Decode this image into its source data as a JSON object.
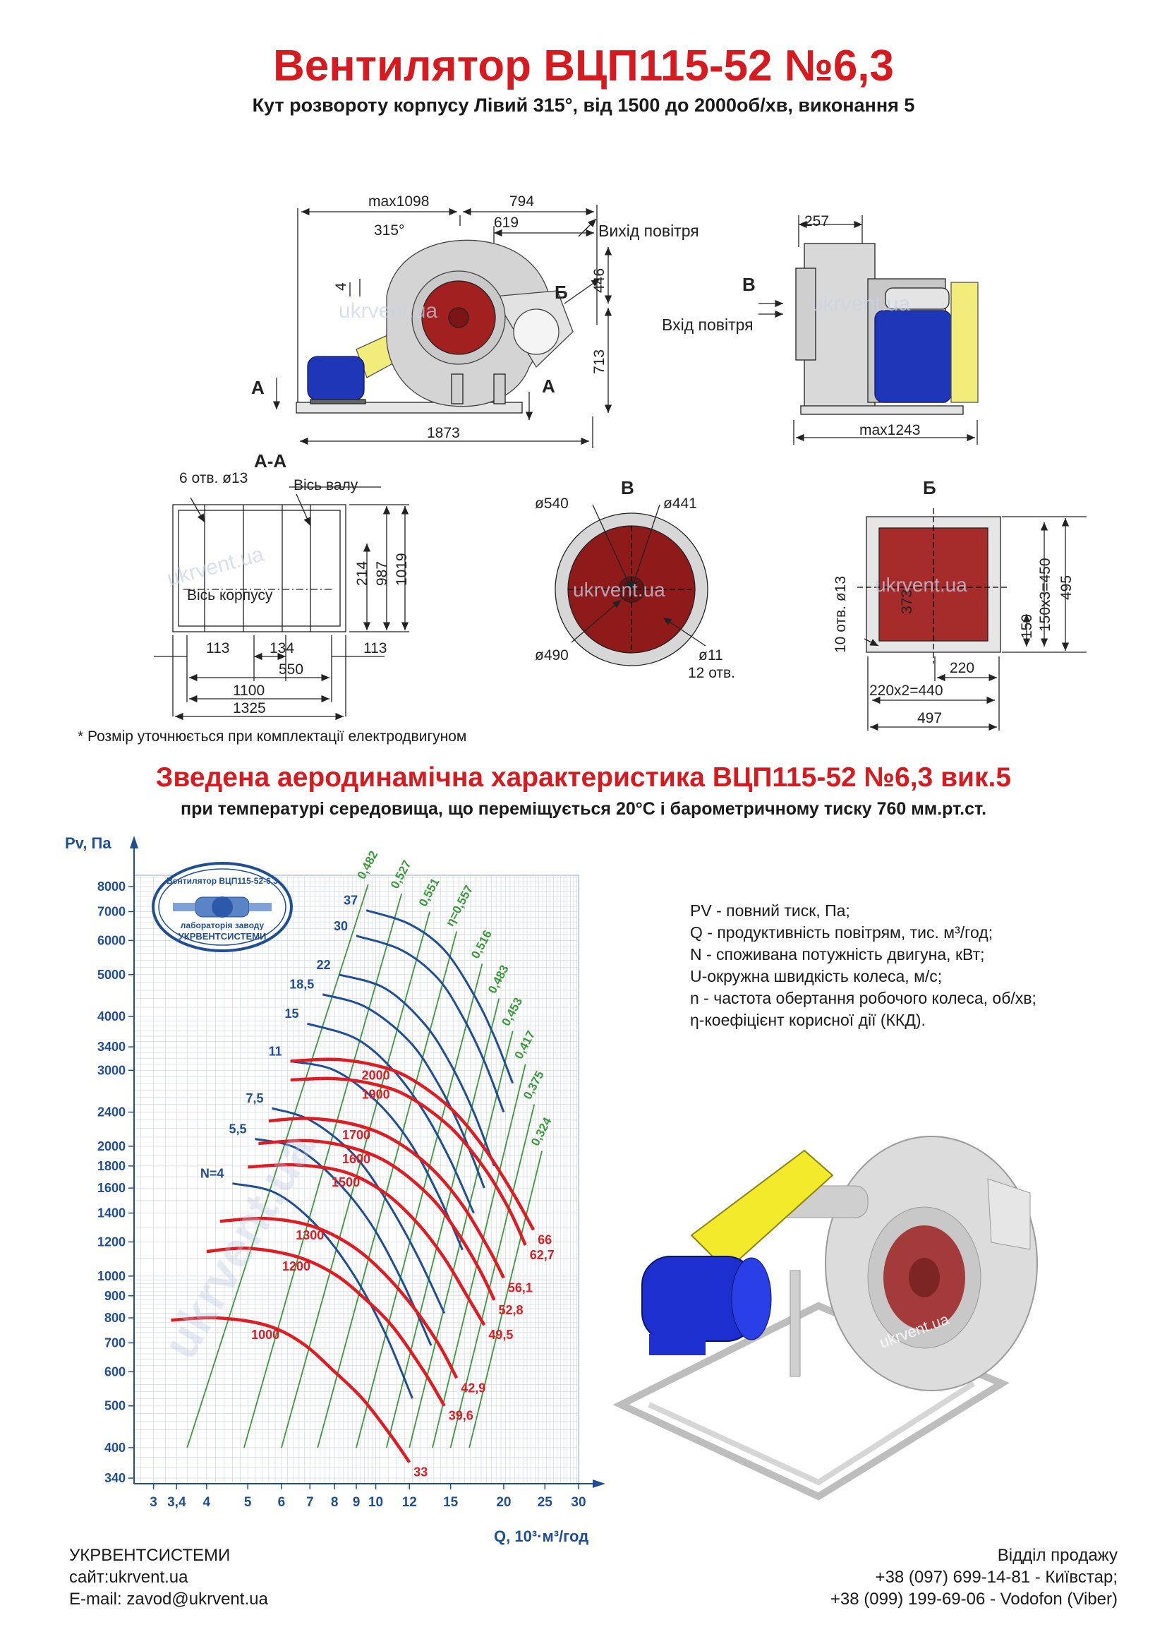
{
  "header": {
    "title": "Вентилятор  ВЦП115-52 №6,3",
    "subtitle": "Кут розвороту корпусу Лівий 315°, від 1500 до 2000об/хв, виконання 5"
  },
  "drawing": {
    "front": {
      "dim_top_left": "max1098",
      "dim_top_right": "794",
      "dim_619": "619",
      "angle": "315°",
      "outlet_label": "Вихід повітря",
      "dim_4": "4",
      "dim_446": "446",
      "dim_713": "713",
      "section_b": "Б",
      "section_a_left": "А",
      "section_a_right": "А",
      "dim_1873": "1873",
      "watermark": "ukrvent.ua"
    },
    "side": {
      "dim_257": "257",
      "view_v": "В",
      "inlet_label": "Вхід повітря",
      "dim_max1243": "max1243",
      "watermark": "ukrvent.ua"
    },
    "base": {
      "title": "А-А",
      "holes": "6 отв. ø13",
      "shaft_axis": "Вісь валу",
      "body_axis": "Вісь корпусу",
      "dim_214": "214",
      "dim_987": "987",
      "dim_1019": "1019",
      "dim_113a": "113",
      "dim_134": "134",
      "dim_113b": "113",
      "dim_550": "550",
      "dim_1100": "1100",
      "dim_1325": "1325",
      "watermark": "ukrvent.ua"
    },
    "inlet_flange": {
      "title": "В",
      "d540": "ø540",
      "d441": "ø441",
      "d490": "ø490",
      "d11": "ø11",
      "holes": "12 отв.",
      "watermark": "ukrvent.ua"
    },
    "outlet_flange": {
      "title": "Б",
      "holes": "10 отв. ø13",
      "dim_373": "373",
      "dim_150x3": "150х3=450",
      "dim_495": "495",
      "dim_150": "150",
      "dim_220": "220",
      "dim_220x2": "220х2=440",
      "dim_497": "497",
      "watermark": "ukrvent.ua"
    },
    "motor_note": "* Розмір уточнюється при комплектації електродвигуном"
  },
  "section": {
    "title": "Зведена аеродинамічна характеристика ВЦП115-52 №6,3 вик.5",
    "subtitle": "при температурі середовища, що переміщується 20°С і барометричному тиску 760 мм.рт.ст."
  },
  "stamp": {
    "top_text": "Вентилятор ВЦП115-52-6,3",
    "bottom_text": "лабораторія заводу",
    "brand": "УКРВЕНТСИСТЕМИ"
  },
  "legend": [
    "PV - повний тиск, Па;",
    "Q - продуктивність повітрям, тис. м³/год;",
    "N - споживана потужність двигуна, кВт;",
    "U-окружна швидкість колеса, м/с;",
    "n - частота обертання робочого колеса, об/хв;",
    "η-коефіцієнт корисної дії (ККД)."
  ],
  "render": {
    "watermark": "ukrvent.ua"
  },
  "chart_data": {
    "type": "line",
    "x_scale": "log",
    "y_scale": "log",
    "xlabel": "Q, 10³·м³/год",
    "ylabel": "Pv, Па",
    "xlim": [
      2.7,
      30
    ],
    "ylim": [
      330,
      8500
    ],
    "x_ticks": [
      3,
      3.4,
      4,
      5,
      6,
      7,
      8,
      9,
      10,
      12,
      15,
      20,
      25,
      30
    ],
    "x_tick_labels": [
      "3",
      "3,4",
      "4",
      "5",
      "6",
      "7",
      "8",
      "9",
      "10",
      "12",
      "15",
      "20",
      "25",
      "30"
    ],
    "y_ticks": [
      340,
      400,
      500,
      600,
      700,
      800,
      900,
      1000,
      1200,
      1400,
      1600,
      1800,
      2000,
      2400,
      3000,
      3400,
      4000,
      5000,
      6000,
      7000,
      8000
    ],
    "grid": true,
    "colors": {
      "rpm": "#e01b22",
      "power": "#1f4e96",
      "efficiency": "#3a9a3a",
      "axis": "#1f4e96",
      "labels": "#1f4e96"
    },
    "rpm_curves": [
      {
        "n": "2000",
        "u": "66",
        "points": [
          [
            6.3,
            3150
          ],
          [
            8,
            3180
          ],
          [
            10,
            3080
          ],
          [
            12,
            2880
          ],
          [
            15,
            2450
          ],
          [
            18,
            1980
          ],
          [
            21,
            1560
          ],
          [
            23.5,
            1280
          ]
        ]
      },
      {
        "n": "1900",
        "u": "62,7",
        "points": [
          [
            6.3,
            2850
          ],
          [
            8,
            2870
          ],
          [
            10,
            2780
          ],
          [
            12,
            2600
          ],
          [
            15,
            2210
          ],
          [
            18,
            1780
          ],
          [
            20.5,
            1440
          ],
          [
            22.5,
            1180
          ]
        ]
      },
      {
        "n": "1700",
        "u": "56,1",
        "points": [
          [
            5.6,
            2290
          ],
          [
            7,
            2320
          ],
          [
            9,
            2240
          ],
          [
            11,
            2070
          ],
          [
            13.5,
            1780
          ],
          [
            16,
            1460
          ],
          [
            18.5,
            1150
          ],
          [
            20,
            990
          ]
        ]
      },
      {
        "n": "1600",
        "u": "52,8",
        "points": [
          [
            5.3,
            2030
          ],
          [
            7,
            2060
          ],
          [
            9,
            1970
          ],
          [
            11,
            1800
          ],
          [
            13.5,
            1520
          ],
          [
            15.5,
            1270
          ],
          [
            17.5,
            1040
          ],
          [
            19,
            880
          ]
        ]
      },
      {
        "n": "1500",
        "u": "49,5",
        "points": [
          [
            5,
            1790
          ],
          [
            6.5,
            1810
          ],
          [
            8.5,
            1740
          ],
          [
            10.5,
            1560
          ],
          [
            12.5,
            1330
          ],
          [
            14.5,
            1100
          ],
          [
            16.5,
            890
          ],
          [
            18,
            770
          ]
        ]
      },
      {
        "n": "1300",
        "u": "42,9",
        "points": [
          [
            4.3,
            1340
          ],
          [
            5.5,
            1360
          ],
          [
            7,
            1310
          ],
          [
            8.5,
            1200
          ],
          [
            10,
            1060
          ],
          [
            12,
            870
          ],
          [
            14,
            700
          ],
          [
            15.5,
            580
          ]
        ]
      },
      {
        "n": "1200",
        "u": "39,6",
        "points": [
          [
            4,
            1140
          ],
          [
            5,
            1160
          ],
          [
            6.5,
            1110
          ],
          [
            8,
            1010
          ],
          [
            9.5,
            880
          ],
          [
            11,
            760
          ],
          [
            13,
            600
          ],
          [
            14.5,
            500
          ]
        ]
      },
      {
        "n": "1000",
        "u": "33",
        "points": [
          [
            3.3,
            790
          ],
          [
            4.2,
            800
          ],
          [
            5.5,
            770
          ],
          [
            6.7,
            700
          ],
          [
            8,
            600
          ],
          [
            9.3,
            520
          ],
          [
            10.8,
            430
          ],
          [
            12,
            370
          ]
        ]
      }
    ],
    "power_curves": [
      {
        "label": "37",
        "points": [
          [
            9.5,
            7050
          ],
          [
            12,
            6550
          ],
          [
            14.5,
            5700
          ],
          [
            17,
            4500
          ],
          [
            19,
            3600
          ],
          [
            21,
            2800
          ]
        ]
      },
      {
        "label": "30",
        "points": [
          [
            9,
            6150
          ],
          [
            11.5,
            5700
          ],
          [
            14,
            4900
          ],
          [
            16,
            4000
          ],
          [
            18,
            3150
          ],
          [
            20,
            2400
          ]
        ]
      },
      {
        "label": "22",
        "points": [
          [
            8.2,
            5000
          ],
          [
            10.5,
            4650
          ],
          [
            13,
            3850
          ],
          [
            15,
            3100
          ],
          [
            17,
            2400
          ],
          [
            19,
            1800
          ]
        ]
      },
      {
        "label": "18,5",
        "points": [
          [
            7.5,
            4500
          ],
          [
            9.5,
            4200
          ],
          [
            12,
            3500
          ],
          [
            14,
            2800
          ],
          [
            16,
            2150
          ],
          [
            18,
            1600
          ]
        ]
      },
      {
        "label": "15",
        "points": [
          [
            6.9,
            3850
          ],
          [
            9,
            3550
          ],
          [
            11,
            3000
          ],
          [
            13,
            2400
          ],
          [
            15,
            1850
          ],
          [
            17,
            1400
          ]
        ]
      },
      {
        "label": "11",
        "points": [
          [
            6.3,
            3150
          ],
          [
            8,
            3000
          ],
          [
            10,
            2550
          ],
          [
            12,
            2050
          ],
          [
            14,
            1550
          ],
          [
            16,
            1150
          ]
        ]
      },
      {
        "label": "7,5",
        "points": [
          [
            5.7,
            2450
          ],
          [
            7,
            2300
          ],
          [
            8.8,
            1930
          ],
          [
            10.5,
            1520
          ],
          [
            12.5,
            1120
          ],
          [
            14.5,
            820
          ]
        ]
      },
      {
        "label": "5,5",
        "points": [
          [
            5.2,
            2080
          ],
          [
            6.5,
            1980
          ],
          [
            8,
            1680
          ],
          [
            9.7,
            1330
          ],
          [
            11.5,
            980
          ],
          [
            13.5,
            690
          ]
        ]
      },
      {
        "label": "N=4",
        "points": [
          [
            4.6,
            1640
          ],
          [
            5.8,
            1560
          ],
          [
            7.2,
            1320
          ],
          [
            8.8,
            1020
          ],
          [
            10.5,
            740
          ],
          [
            12.2,
            520
          ]
        ]
      }
    ],
    "efficiency_lines": [
      {
        "label": "0,482",
        "top": [
          9.6,
          8100
        ],
        "bottom": [
          3.6,
          400
        ]
      },
      {
        "label": "0,527",
        "top": [
          11.5,
          7700
        ],
        "bottom": [
          4.9,
          400
        ]
      },
      {
        "label": "0,551",
        "top": [
          13.4,
          7000
        ],
        "bottom": [
          6,
          400
        ]
      },
      {
        "label": "η=0,557",
        "top": [
          15.5,
          6300
        ],
        "bottom": [
          7.3,
          400
        ]
      },
      {
        "label": "0,516",
        "top": [
          17.8,
          5300
        ],
        "bottom": [
          9,
          400
        ]
      },
      {
        "label": "0,483",
        "top": [
          19.5,
          4400
        ],
        "bottom": [
          10.6,
          400
        ]
      },
      {
        "label": "0,453",
        "top": [
          21,
          3700
        ],
        "bottom": [
          12,
          400
        ]
      },
      {
        "label": "0,417",
        "top": [
          22.5,
          3100
        ],
        "bottom": [
          13.6,
          400
        ]
      },
      {
        "label": "0,375",
        "top": [
          23.6,
          2500
        ],
        "bottom": [
          15,
          400
        ]
      },
      {
        "label": "0,324",
        "top": [
          24.6,
          1950
        ],
        "bottom": [
          16.6,
          400
        ]
      }
    ]
  },
  "footer": {
    "company": "УКРВЕНТСИСТЕМИ",
    "site": "сайт:ukrvent.ua",
    "email": "E-mail: zavod@ukrvent.ua",
    "sales": "Відділ продажу",
    "phone1": "+38 (097) 699-14-81 - Київстар;",
    "phone2": "+38 (099) 199-69-06 - Vodofon (Viber)"
  }
}
